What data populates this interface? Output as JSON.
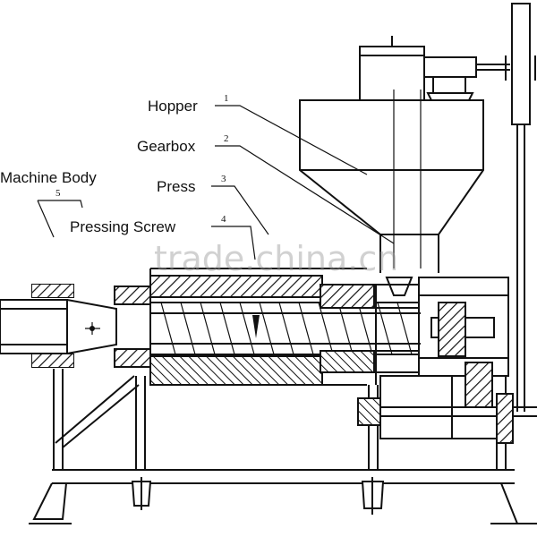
{
  "labels": [
    {
      "number": "1",
      "text": "Hopper"
    },
    {
      "number": "2",
      "text": "Gearbox"
    },
    {
      "number": "3",
      "text": "Press"
    },
    {
      "number": "4",
      "text": "Pressing Screw"
    },
    {
      "number": "5",
      "text": "Machine Body"
    }
  ],
  "watermark": "trade.china.cn"
}
